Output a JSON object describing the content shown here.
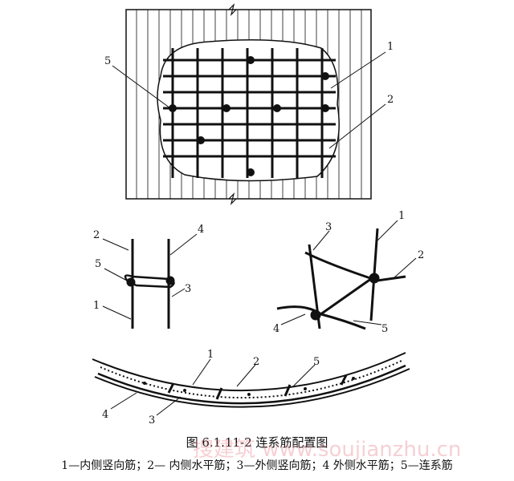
{
  "figure": {
    "caption": "图 6.1.11-2  连系筋配置图",
    "legend": "1—内侧竖向筋；2— 内侧水平筋；3—外侧竖向筋；4  外侧水平筋；5—连系筋",
    "watermark": "搜建筑 www.soujianzhu.cn"
  },
  "labels": {
    "top": {
      "l5": "5",
      "l1": "1",
      "l2": "2"
    },
    "mid_left": {
      "l2": "2",
      "l4": "4",
      "l5": "5",
      "l3": "3",
      "l1": "1"
    },
    "mid_right": {
      "l3": "3",
      "l1": "1",
      "l2": "2",
      "l4": "4",
      "l5": "5"
    },
    "bottom": {
      "l1": "1",
      "l2": "2",
      "l5": "5",
      "l4": "4",
      "l3": "3"
    }
  }
}
